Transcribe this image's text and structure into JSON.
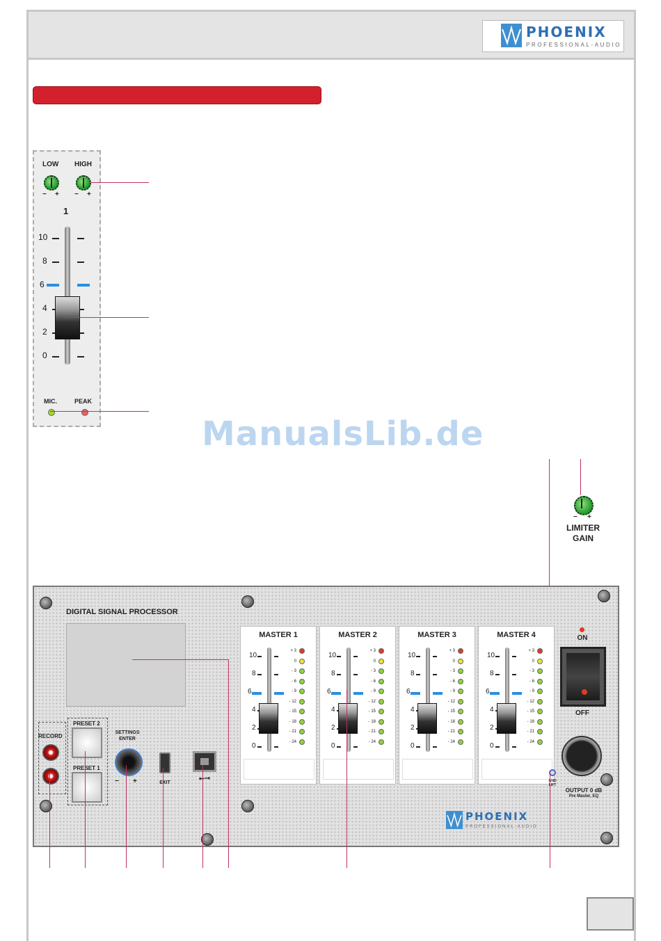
{
  "brand": {
    "name": "PHOENIX",
    "tagline": "PROFESSIONAL-AUDIO",
    "color": "#2d6fb3"
  },
  "section_bar_color": "#d3202d",
  "channel_strip": {
    "eq": [
      {
        "label": "LOW",
        "minus": "−",
        "plus": "+"
      },
      {
        "label": "HIGH",
        "minus": "−",
        "plus": "+"
      }
    ],
    "channel_number": "1",
    "scale": [
      "10",
      "8",
      "6",
      "4",
      "2",
      "0"
    ],
    "leds": [
      {
        "label": "MIC.",
        "color": "#a6d82a"
      },
      {
        "label": "PEAK",
        "color": "#f06060"
      }
    ]
  },
  "watermark": "ManualsLib.de",
  "limiter": {
    "label_line1": "LIMITER",
    "label_line2": "GAIN",
    "minus": "−",
    "plus": "+"
  },
  "panel": {
    "title": "DIGITAL SIGNAL PROCESSOR",
    "record_label": "RECORD",
    "preset_top": "PRESET 2",
    "preset_bottom": "PRESET 1",
    "settings_line1": "SETTINGS",
    "settings_line2": "ENTER",
    "encoder_minus": "−",
    "encoder_plus": "+",
    "exit_label": "EXIT",
    "usb_symbol": "⭠⊸",
    "power_on": "ON",
    "power_off": "OFF",
    "gnd_line1": "GND",
    "gnd_line2": "LIFT",
    "output_line1": "OUTPUT 0 dB",
    "output_line2": "Pre Master, EQ",
    "masters": [
      {
        "title": "MASTER 1"
      },
      {
        "title": "MASTER 2"
      },
      {
        "title": "MASTER 3"
      },
      {
        "title": "MASTER 4"
      }
    ],
    "master_scale": [
      "10",
      "8",
      "6",
      "4",
      "2",
      "0"
    ],
    "meter_labels": [
      "+ 3",
      "0",
      "- 3",
      "- 6",
      "- 9",
      "- 12",
      "- 15",
      "- 18",
      "- 21",
      "- 24"
    ],
    "meter_colors": [
      "#e03a2a",
      "#f2e23a",
      "#8fd43a",
      "#8fd43a",
      "#8fd43a",
      "#8fd43a",
      "#8fd43a",
      "#8fd43a",
      "#8fd43a",
      "#8fd43a"
    ]
  }
}
